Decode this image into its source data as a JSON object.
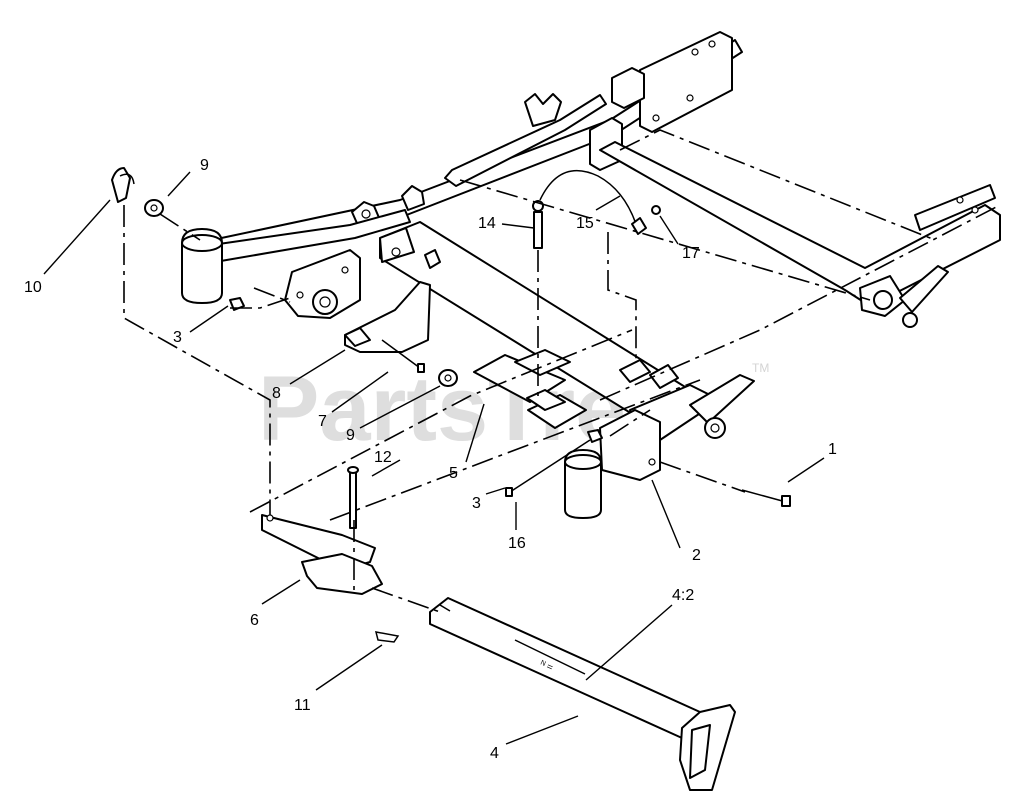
{
  "watermark": {
    "text": "PartsTree",
    "tm": "TM"
  },
  "callouts": [
    {
      "id": "c1",
      "label": "1"
    },
    {
      "id": "c2",
      "label": "2"
    },
    {
      "id": "c3a",
      "label": "3"
    },
    {
      "id": "c3b",
      "label": "3"
    },
    {
      "id": "c4",
      "label": "4"
    },
    {
      "id": "c42",
      "label": "4:2"
    },
    {
      "id": "c5",
      "label": "5"
    },
    {
      "id": "c6",
      "label": "6"
    },
    {
      "id": "c7",
      "label": "7"
    },
    {
      "id": "c8",
      "label": "8"
    },
    {
      "id": "c9a",
      "label": "9"
    },
    {
      "id": "c9b",
      "label": "9"
    },
    {
      "id": "c10",
      "label": "10"
    },
    {
      "id": "c11",
      "label": "11"
    },
    {
      "id": "c12",
      "label": "12"
    },
    {
      "id": "c14",
      "label": "14"
    },
    {
      "id": "c15",
      "label": "15"
    },
    {
      "id": "c16",
      "label": "16"
    },
    {
      "id": "c17",
      "label": "17"
    }
  ]
}
